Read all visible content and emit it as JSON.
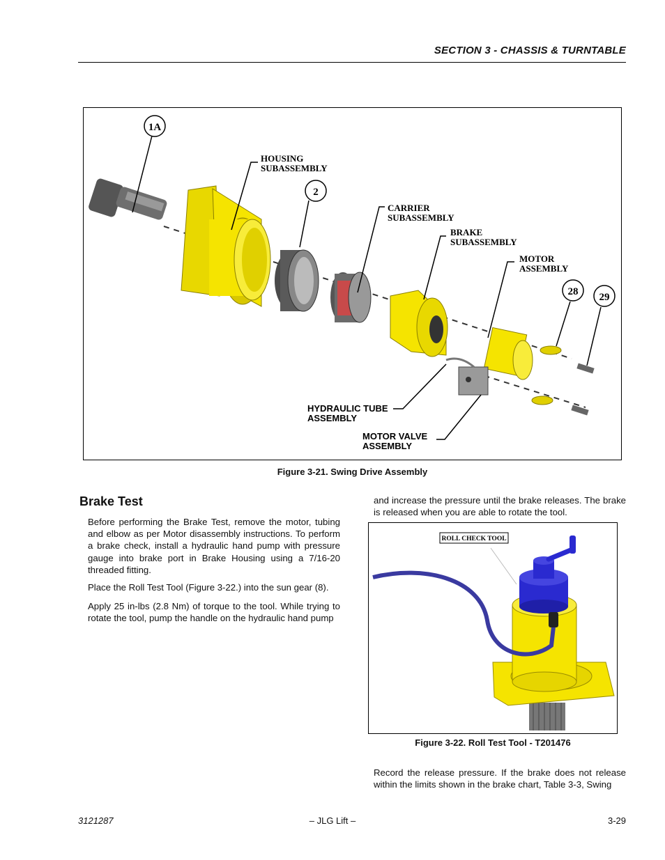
{
  "header": {
    "section_title": "SECTION 3 - CHASSIS & TURNTABLE"
  },
  "figure1": {
    "caption": "Figure 3-21.  Swing Drive Assembly",
    "callouts": {
      "c1a": "1A",
      "c2": "2",
      "c28": "28",
      "c29": "29"
    },
    "labels": {
      "housing_1": "HOUSING",
      "housing_2": "SUBASSEMBLY",
      "carrier_1": "CARRIER",
      "carrier_2": "SUBASSEMBLY",
      "brake_1": "BRAKE",
      "brake_2": "SUBASSEMBLY",
      "motor_1": "MOTOR",
      "motor_2": "ASSEMBLY",
      "tube_1": "HYDRAULIC TUBE",
      "tube_2": "ASSEMBLY",
      "valve_1": "MOTOR VALVE",
      "valve_2": "ASSEMBLY"
    }
  },
  "section": {
    "heading": "Brake Test",
    "p1": "Before performing the Brake Test, remove the motor, tubing and elbow as per Motor disassembly instructions. To perform a brake check, install a hydraulic hand pump with pressure gauge into brake port in Brake Housing using a 7/16-20 threaded fitting.",
    "p2": "Place the Roll Test Tool (Figure 3-22.) into the sun gear (8).",
    "p3": "Apply 25 in-lbs (2.8 Nm) of torque to the tool. While trying to rotate the tool, pump the handle on the hydraulic hand pump",
    "p4": "and increase the pressure until the brake releases. The brake is released when you are able to rotate the tool.",
    "p5": "Record the release pressure. If the brake does not release within the limits shown in the brake chart, Table 3-3, Swing"
  },
  "figure2": {
    "label": "ROLL CHECK TOOL",
    "caption": "Figure 3-22.  Roll Test Tool - T201476"
  },
  "footer": {
    "doc_number": "3121287",
    "center": "– JLG Lift –",
    "page": "3-29"
  },
  "colors": {
    "yellow": "#f5e400",
    "dark_yellow": "#b9a800",
    "blue": "#2a2ad0",
    "gray": "#6a6a6a"
  }
}
